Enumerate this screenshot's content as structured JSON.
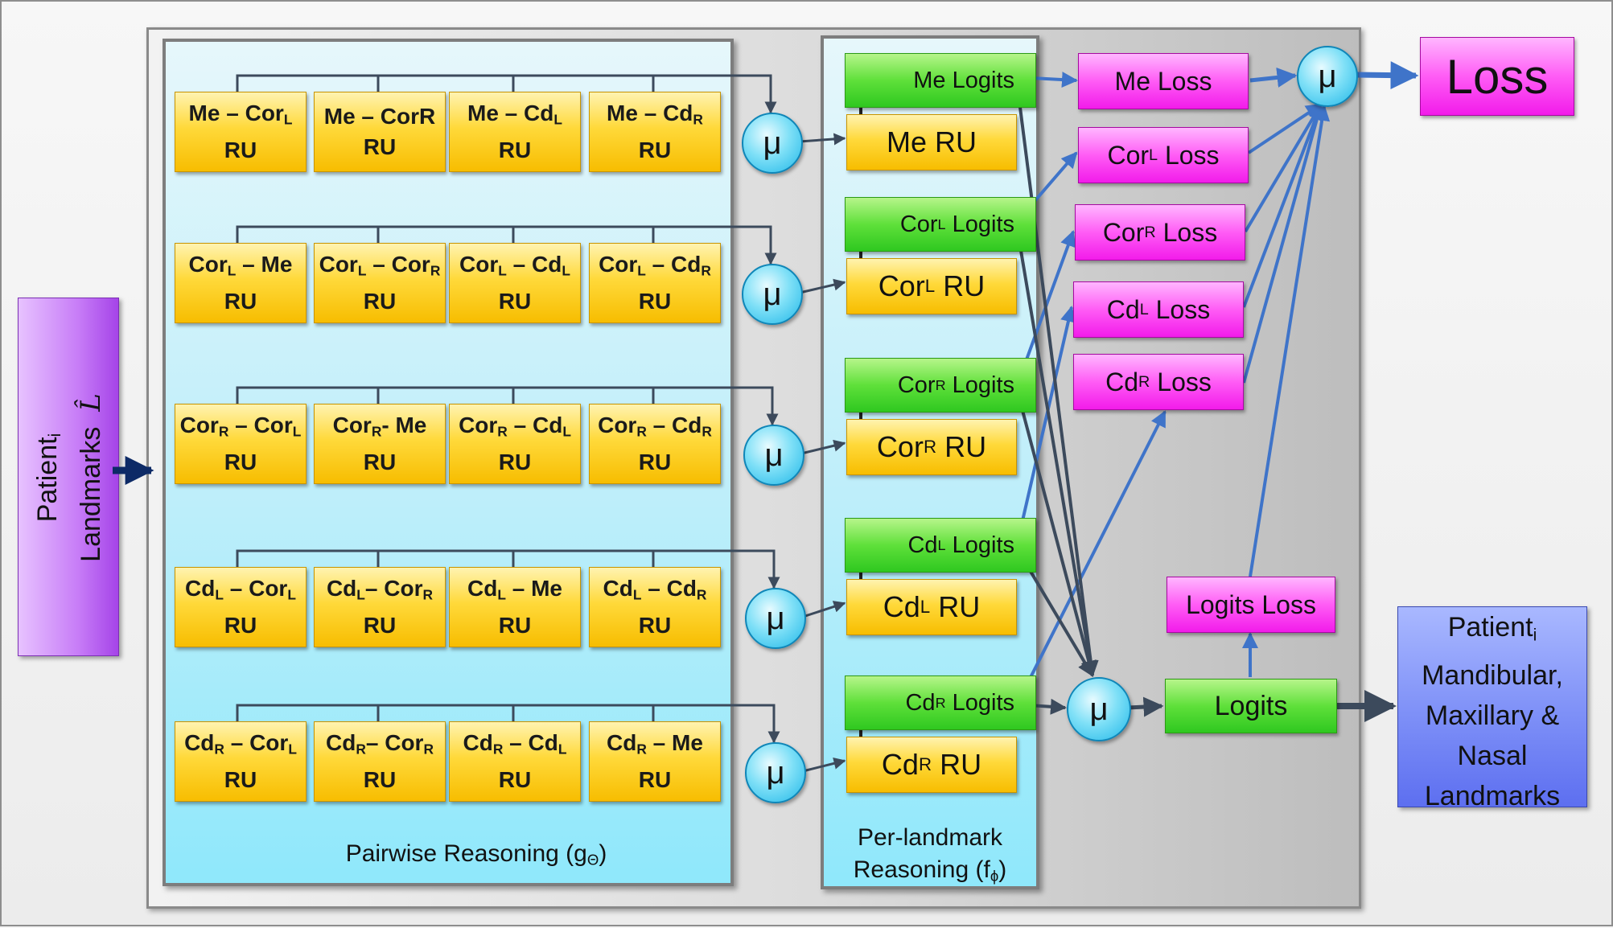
{
  "input": {
    "label_line1": "Patient",
    "label_sub": "i",
    "label_line2": "Landmarks",
    "label_math": "L̂"
  },
  "pairwise": {
    "caption_main": "Pairwise Reasoning (g",
    "caption_sub": "Θ",
    "caption_end": ")",
    "rows": [
      [
        {
          "a": "Me",
          "a_sub": "",
          "sep": " – ",
          "b": "Cor",
          "b_sub": "L",
          "tail": "RU"
        },
        {
          "a": "Me",
          "a_sub": "",
          "sep": " – ",
          "b": "CorR",
          "b_sub": "",
          "tail": "RU"
        },
        {
          "a": "Me",
          "a_sub": "",
          "sep": " – ",
          "b": "Cd",
          "b_sub": "L",
          "tail": "RU"
        },
        {
          "a": "Me",
          "a_sub": "",
          "sep": " – ",
          "b": "Cd",
          "b_sub": "R",
          "tail": "RU"
        }
      ],
      [
        {
          "a": "Cor",
          "a_sub": "L",
          "sep": " – ",
          "b": "Me",
          "b_sub": "",
          "tail": "RU"
        },
        {
          "a": "Cor",
          "a_sub": "L",
          "sep": " – ",
          "b": "Cor",
          "b_sub": "R",
          "tail": "RU"
        },
        {
          "a": "Cor",
          "a_sub": "L",
          "sep": " – ",
          "b": "Cd",
          "b_sub": "L",
          "tail": "RU"
        },
        {
          "a": "Cor",
          "a_sub": "L",
          "sep": " – ",
          "b": "Cd",
          "b_sub": "R",
          "tail": "RU"
        }
      ],
      [
        {
          "a": "Cor",
          "a_sub": "R",
          "sep": " – ",
          "b": "Cor",
          "b_sub": "L",
          "tail": "RU"
        },
        {
          "a": "Cor",
          "a_sub": "R",
          "sep": "- ",
          "b": "Me",
          "b_sub": "",
          "tail": "RU"
        },
        {
          "a": "Cor",
          "a_sub": "R",
          "sep": " – ",
          "b": "Cd",
          "b_sub": "L",
          "tail": "RU"
        },
        {
          "a": "Cor",
          "a_sub": "R",
          "sep": " – ",
          "b": "Cd",
          "b_sub": "R",
          "tail": "RU"
        }
      ],
      [
        {
          "a": "Cd",
          "a_sub": "L",
          "sep": " – ",
          "b": "Cor",
          "b_sub": "L",
          "tail": "RU"
        },
        {
          "a": "Cd",
          "a_sub": "L",
          "sep": "– ",
          "b": "Cor",
          "b_sub": "R",
          "tail": "RU"
        },
        {
          "a": "Cd",
          "a_sub": "L",
          "sep": " – ",
          "b": "Me",
          "b_sub": "",
          "tail": "RU"
        },
        {
          "a": "Cd",
          "a_sub": "L",
          "sep": " – ",
          "b": "Cd",
          "b_sub": "R",
          "tail": "RU"
        }
      ],
      [
        {
          "a": "Cd",
          "a_sub": "R",
          "sep": " – ",
          "b": "Cor",
          "b_sub": "L",
          "tail": "RU"
        },
        {
          "a": "Cd",
          "a_sub": "R",
          "sep": "– ",
          "b": "Cor",
          "b_sub": "R",
          "tail": "RU"
        },
        {
          "a": "Cd",
          "a_sub": "R",
          "sep": " – ",
          "b": "Cd",
          "b_sub": "L",
          "tail": "RU"
        },
        {
          "a": "Cd",
          "a_sub": "R",
          "sep": " – ",
          "b": "Me",
          "b_sub": "",
          "tail": "RU"
        }
      ]
    ]
  },
  "mu_symbol": "μ",
  "per_landmark": {
    "caption_line1": "Per-landmark",
    "caption_line2_main": "Reasoning (f",
    "caption_line2_sub": "ϕ",
    "caption_line2_end": ")",
    "units": [
      {
        "name": "Me",
        "sub": "",
        "logits": "Logits",
        "ru": "RU"
      },
      {
        "name": "Cor",
        "sub": "L",
        "logits": "Logits",
        "ru": "RU"
      },
      {
        "name": "Cor",
        "sub": "R",
        "logits": "Logits",
        "ru": "RU"
      },
      {
        "name": "Cd",
        "sub": "L",
        "logits": "Logits",
        "ru": "RU"
      },
      {
        "name": "Cd",
        "sub": "R",
        "logits": "Logits",
        "ru": "RU"
      }
    ]
  },
  "losses": [
    {
      "name": "Me",
      "sub": "",
      "suffix": "Loss"
    },
    {
      "name": "Cor",
      "sub": "L",
      "suffix": "Loss"
    },
    {
      "name": "Cor",
      "sub": "R",
      "suffix": "Loss"
    },
    {
      "name": "Cd",
      "sub": "L",
      "suffix": "Loss"
    },
    {
      "name": "Cd",
      "sub": "R",
      "suffix": "Loss"
    }
  ],
  "logits_loss": "Logits Loss",
  "final_logits": "Logits",
  "total_loss": "Loss",
  "output": {
    "line1": "Patient",
    "line1_sub": "i",
    "line2": "Mandibular,",
    "line3": "Maxillary &",
    "line4": "Nasal",
    "line5": "Landmarks"
  },
  "colors": {
    "arrow_dark": "#3c4a5c",
    "arrow_blue": "#3f74c9",
    "arrow_navy": "#0d2a66"
  }
}
